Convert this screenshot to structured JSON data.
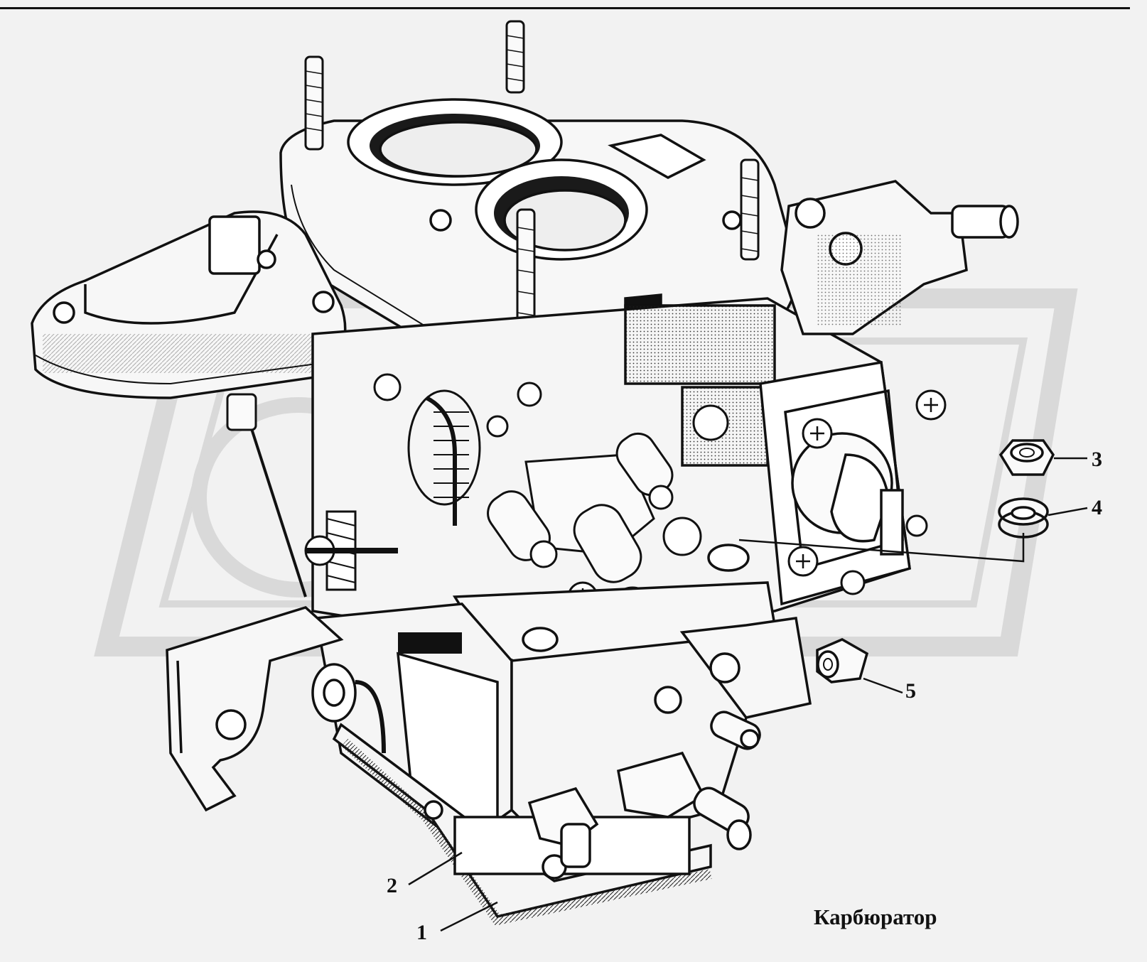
{
  "figure": {
    "caption": "Карбюратор",
    "parts": [
      {
        "number": "1"
      },
      {
        "number": "2"
      },
      {
        "number": "3"
      },
      {
        "number": "4"
      },
      {
        "number": "5"
      }
    ]
  },
  "colors": {
    "background": "#f2f2f2",
    "ink": "#111111",
    "watermark": "#d6d6d6"
  }
}
